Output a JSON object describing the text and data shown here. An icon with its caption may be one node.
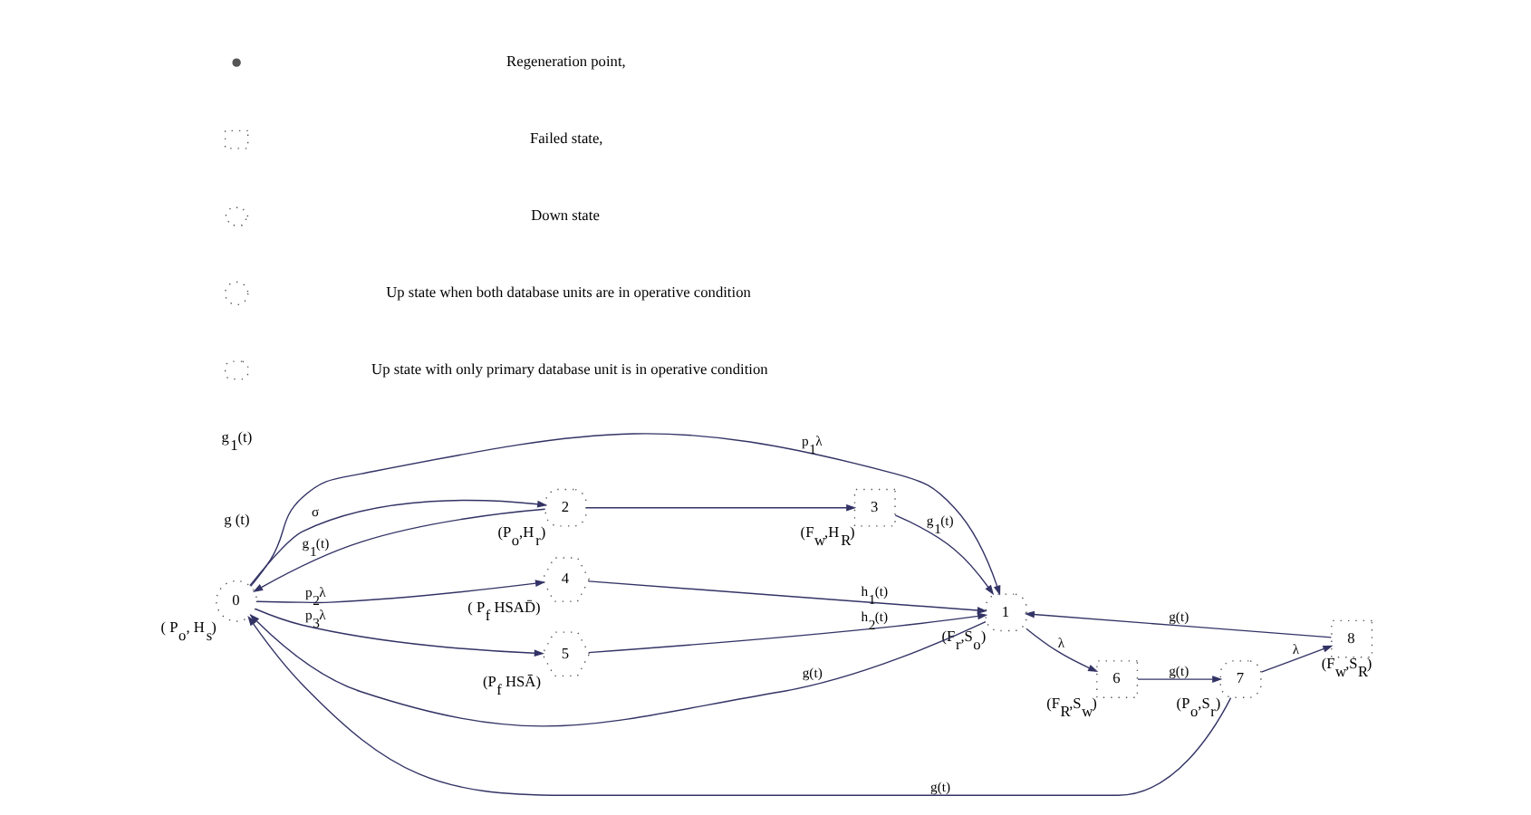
{
  "diagram": {
    "nodes": [
      {
        "text": [
          "0"
        ],
        "beside": [
          "( P$_{o}$, H$_{s}$)"
        ]
      },
      {
        "text": [
          "1"
        ],
        "beside": [
          "(F$_{r}$,S$_{o}$)"
        ]
      },
      {
        "text": [
          "2"
        ],
        "beside": [
          "(P$_{o}$,H$_{r}$)"
        ]
      },
      {
        "text": [
          "3"
        ],
        "beside": [
          "(F$_{w}$,H$_{R}$)"
        ]
      },
      {
        "text": [
          "4"
        ],
        "beside": [
          "( P$_{f}$ HSAD̄)"
        ]
      },
      {
        "text": [
          "5"
        ],
        "beside": [
          "(P$_{f}$ HSĀ)"
        ]
      },
      {
        "text": [
          "6"
        ],
        "beside": [
          "(F$_{R}$,S$_{w}$)"
        ]
      },
      {
        "text": [
          "7"
        ],
        "beside": [
          "(P$_{o}$,S$_{r}$)"
        ]
      },
      {
        "text": [
          "8"
        ],
        "beside": [
          "(F$_{w}$,S$_{R}$)"
        ]
      }
    ],
    "edges": [
      {
        "from": 0,
        "to": 4,
        "arrow": "to",
        "label": "p$_{2}$λ"
      },
      {
        "from": 4,
        "to": 1,
        "arrow": "to",
        "label": "h$_{1}$(t)"
      },
      {
        "from": 0,
        "to": 1,
        "arrow": "to",
        "label": "p$_{1}$λ"
      },
      {
        "from": 1,
        "to": 0,
        "arrow": "to",
        "label": "g(t)"
      },
      {
        "from": 0,
        "to": 5,
        "arrow": "to",
        "label": "p$_{3}$λ"
      },
      {
        "from": 5,
        "to": 1,
        "arrow": "to",
        "label": "h$_{2}$(t)"
      },
      {
        "from": 0,
        "to": 2,
        "arrow": "to",
        "label": "σ"
      },
      {
        "from": 2,
        "to": 0,
        "arrow": "to",
        "label": "g$_{1}$(t)"
      },
      {
        "from": 2,
        "to": 3,
        "arrow": "to"
      },
      {
        "from": 1,
        "to": 6,
        "arrow": "to",
        "label": "λ"
      },
      {
        "from": 6,
        "to": 7,
        "arrow": "to",
        "label": "g(t)"
      },
      {
        "from": 7,
        "to": 8,
        "arrow": "to",
        "label": "λ"
      },
      {
        "from": 8,
        "to": 1,
        "arrow": "to",
        "label": "g(t)"
      },
      {
        "from": 7,
        "to": 0,
        "arrow": "to",
        "label": "g(t)"
      },
      {
        "from": 3,
        "to": 1,
        "arrow": "to",
        "label": "g$_{1}$(t)"
      }
    ],
    "labels": [
      "g (t)",
      "g$_{1}$(t)"
    ],
    "legend": [
      {
        "text": "Regeneration point,"
      },
      {
        "text": "Failed state,"
      },
      {
        "text": "Down state"
      },
      {
        "text": "Up state when both database units are in operative condition"
      },
      {
        "text": "Up state with only primary database unit is in operative condition"
      }
    ]
  }
}
